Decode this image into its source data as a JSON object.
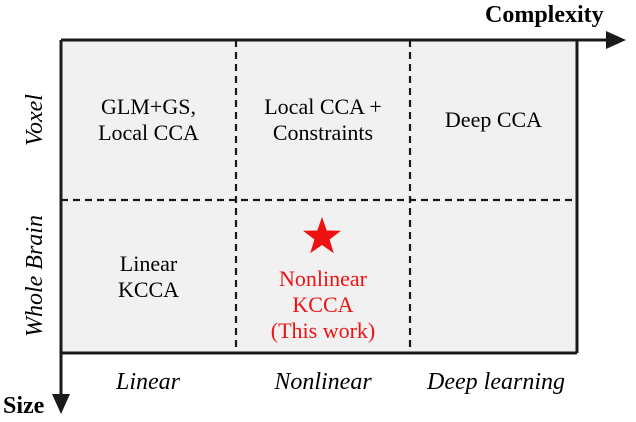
{
  "axes": {
    "x_title": "Complexity",
    "y_title": "Size"
  },
  "columns": [
    "Linear",
    "Nonlinear",
    "Deep learning"
  ],
  "rows": [
    "Voxel",
    "Whole Brain"
  ],
  "cells": {
    "voxel_linear": [
      "GLM+GS,",
      "Local CCA"
    ],
    "voxel_nonlinear": [
      "Local CCA +",
      "Constraints"
    ],
    "voxel_deep": [
      "Deep CCA"
    ],
    "whole_linear": [
      "Linear",
      "KCCA"
    ],
    "whole_nonlinear": [
      "Nonlinear",
      "KCCA",
      "(This work)"
    ],
    "whole_deep": []
  },
  "highlight": {
    "icon": "star-icon",
    "color": "#ee1111"
  },
  "colors": {
    "cell_fill": "#f1f1f1",
    "border": "#1a1a1a",
    "highlight_text": "#ee1111"
  }
}
